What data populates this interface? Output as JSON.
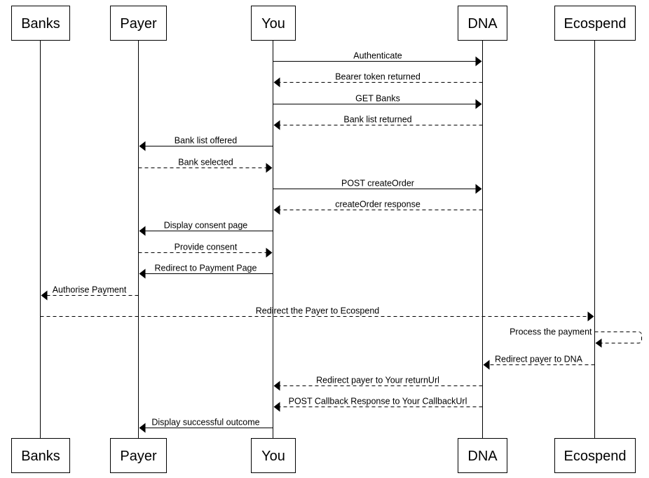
{
  "participants": [
    {
      "id": "banks",
      "label": "Banks"
    },
    {
      "id": "payer",
      "label": "Payer"
    },
    {
      "id": "you",
      "label": "You"
    },
    {
      "id": "dna",
      "label": "DNA"
    },
    {
      "id": "ecospend",
      "label": "Ecospend"
    }
  ],
  "messages": [
    {
      "from": "you",
      "to": "dna",
      "label": "Authenticate",
      "dashed": false
    },
    {
      "from": "dna",
      "to": "you",
      "label": "Bearer token returned",
      "dashed": true
    },
    {
      "from": "you",
      "to": "dna",
      "label": "GET Banks",
      "dashed": false
    },
    {
      "from": "dna",
      "to": "you",
      "label": "Bank list returned",
      "dashed": true
    },
    {
      "from": "you",
      "to": "payer",
      "label": "Bank list offered",
      "dashed": false
    },
    {
      "from": "payer",
      "to": "you",
      "label": "Bank selected",
      "dashed": true
    },
    {
      "from": "you",
      "to": "dna",
      "label": "POST createOrder",
      "dashed": false
    },
    {
      "from": "dna",
      "to": "you",
      "label": "createOrder response",
      "dashed": true
    },
    {
      "from": "you",
      "to": "payer",
      "label": "Display consent page",
      "dashed": false
    },
    {
      "from": "payer",
      "to": "you",
      "label": "Provide consent",
      "dashed": true
    },
    {
      "from": "you",
      "to": "payer",
      "label": "Redirect to Payment Page",
      "dashed": false
    },
    {
      "from": "payer",
      "to": "banks",
      "label": "Authorise Payment",
      "dashed": true
    },
    {
      "from": "banks",
      "to": "ecospend",
      "label": "Redirect the Payer to Ecospend",
      "dashed": true
    },
    {
      "from": "ecospend",
      "to": "ecospend",
      "label": "Process the payment",
      "dashed": true
    },
    {
      "from": "ecospend",
      "to": "dna",
      "label": "Redirect payer to DNA",
      "dashed": true
    },
    {
      "from": "dna",
      "to": "you",
      "label": "Redirect payer to Your returnUrl",
      "dashed": true
    },
    {
      "from": "dna",
      "to": "you",
      "label": "POST Callback Response to Your CallbackUrl",
      "dashed": true
    },
    {
      "from": "you",
      "to": "payer",
      "label": "Display successful outcome",
      "dashed": false
    }
  ]
}
